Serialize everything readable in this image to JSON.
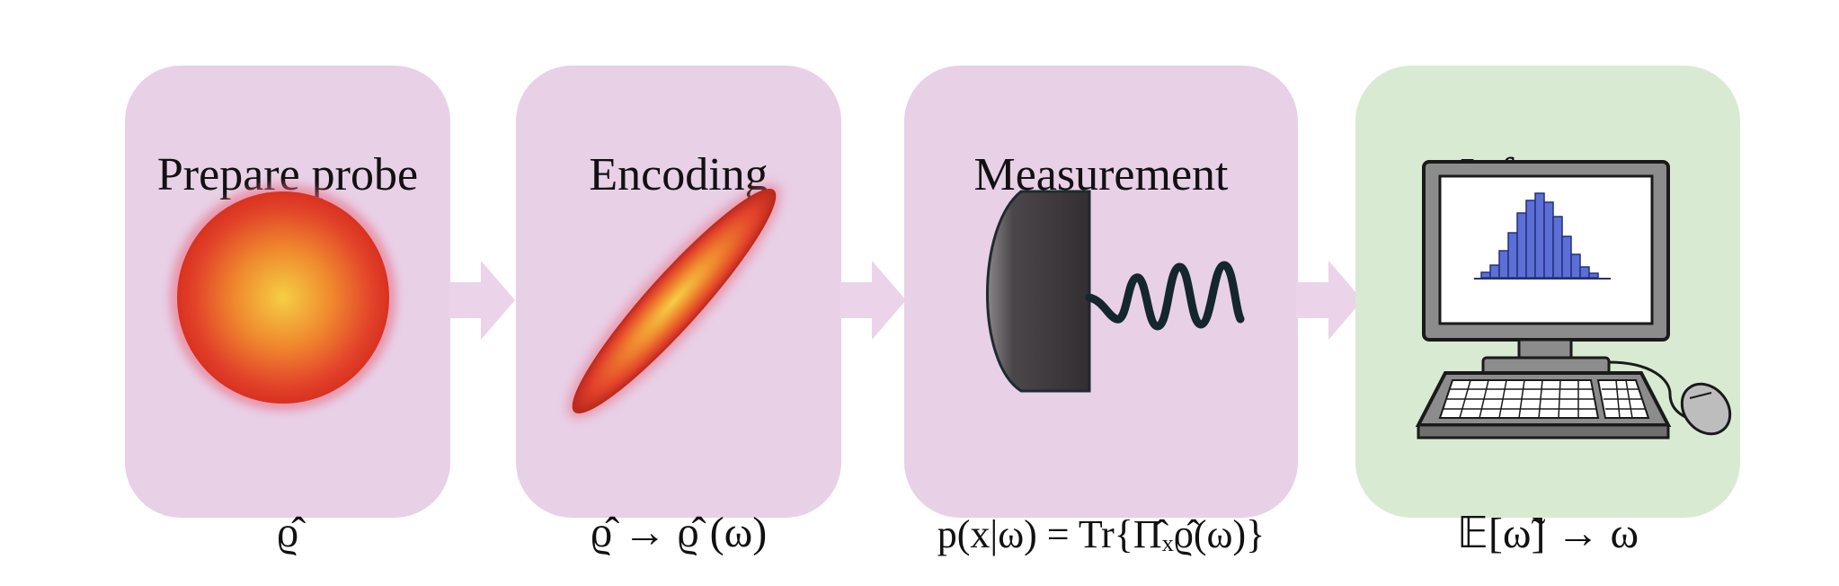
{
  "stages": [
    {
      "title": "Prepare probe",
      "formula": "ϱ̂",
      "color": "#e8d0e7"
    },
    {
      "title": "Encoding",
      "formula": "ϱ̂ → ϱ̂ (ω)",
      "color": "#e8d0e7"
    },
    {
      "title": "Measurement",
      "formula": "p(x|ω) = Tr{Π̂ₓϱ̂(ω)}",
      "color": "#e8d0e7"
    },
    {
      "title": "Inference",
      "formula": "𝔼[ω̃] → ω",
      "color": "#d9ead3"
    }
  ],
  "colors": {
    "probe_center": "#f4c842",
    "probe_edge": "#d9301e",
    "detector": "#3a363a",
    "histogram": "#5b6fd6",
    "arrow": "#ebd3ea"
  }
}
